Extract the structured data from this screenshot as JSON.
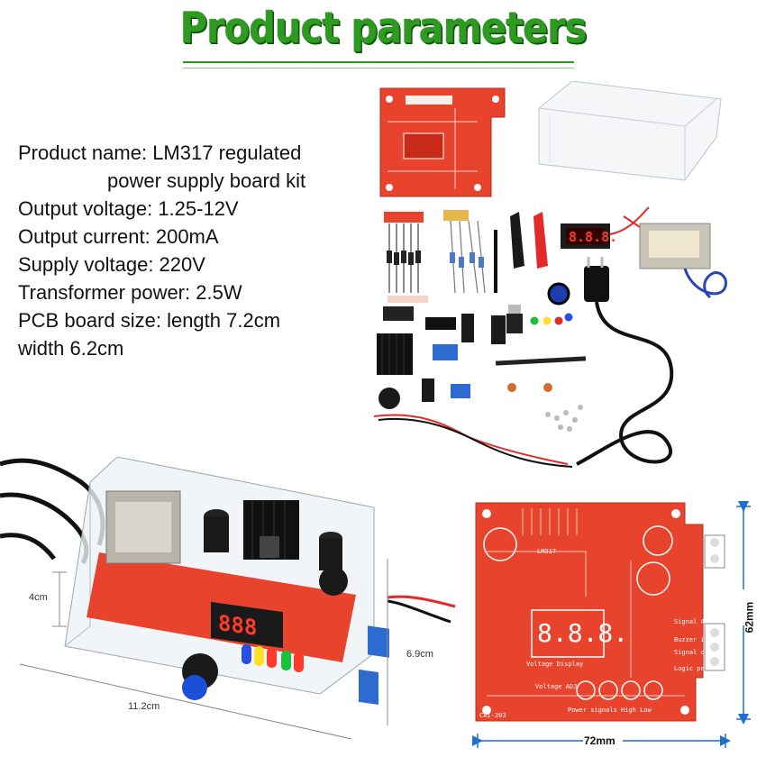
{
  "header": {
    "title": "Product parameters"
  },
  "parameters": [
    {
      "id": "name-1",
      "text": "Product name: LM317 regulated",
      "indent": false
    },
    {
      "id": "name-2",
      "text": "power supply board kit",
      "indent": true
    },
    {
      "id": "output-voltage",
      "text": "Output voltage: 1.25-12V",
      "indent": false
    },
    {
      "id": "output-current",
      "text": "Output current: 200mA",
      "indent": false
    },
    {
      "id": "supply-voltage",
      "text": "Supply voltage: 220V",
      "indent": false
    },
    {
      "id": "transformer-power",
      "text": "Transformer power: 2.5W",
      "indent": false
    },
    {
      "id": "pcb-size-1",
      "text": "PCB board size: length 7.2cm",
      "indent": false
    },
    {
      "id": "pcb-size-2",
      "text": "width 6.2cm",
      "indent": false
    }
  ],
  "assembled": {
    "height_label": "4cm",
    "depth_label": "6.9cm",
    "length_label": "11.2cm",
    "display_digits": "888"
  },
  "pcb": {
    "width_label": "72mm",
    "height_label": "62mm",
    "display_digits": "8.8.8.",
    "silkscreen": {
      "model": "LM317",
      "voltage_display": "Voltage Display",
      "power_signals": "Power signals High  Low",
      "signal_adj": "Signal ADJ",
      "buzzer_input": "Buzzer input",
      "signal_output": "Signal output",
      "logic_pen": "Logic pen",
      "power": "Power",
      "voltage_adj": "Voltage ADJ",
      "board_code": "CAI-203"
    }
  },
  "colors": {
    "title_green": "#2f9a22",
    "pcb_red": "#e8402a",
    "dimension_blue": "#1e6fd0",
    "led_red": "#ff2a2a"
  }
}
